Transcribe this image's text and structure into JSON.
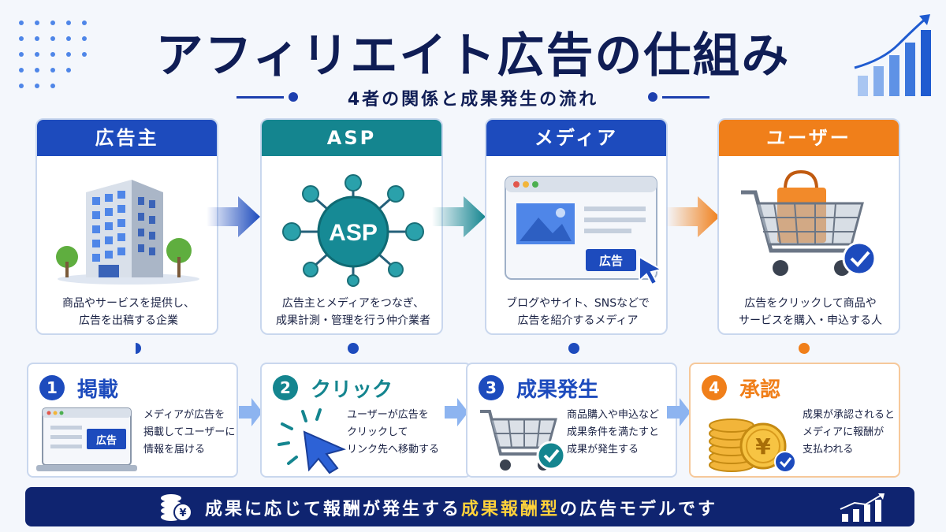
{
  "title": "アフィリエイト広告の仕組み",
  "subtitle": "4者の関係と成果発生の流れ",
  "roles": [
    {
      "name": "広告主",
      "desc": [
        "商品やサービスを提供し、",
        "広告を出稿する企業"
      ],
      "color": "#1d4bbd"
    },
    {
      "name": "ASP",
      "desc": [
        "広告主とメディアをつなぎ、",
        "成果計測・管理を行う仲介業者"
      ],
      "color": "#14858f",
      "hub_label": "ASP"
    },
    {
      "name": "メディア",
      "desc": [
        "ブログやサイト、SNSなどで",
        "広告を紹介するメディア"
      ],
      "color": "#1d4bbd",
      "ad_label": "広告"
    },
    {
      "name": "ユーザー",
      "desc": [
        "広告をクリックして商品や",
        "サービスを購入・申込する人"
      ],
      "color": "#f07f1a"
    }
  ],
  "steps": [
    {
      "num": "1",
      "title": "掲載",
      "desc": [
        "メディアが広告を",
        "掲載してユーザーに",
        "情報を届ける"
      ],
      "color": "#1d4bbd",
      "ad_label": "広告"
    },
    {
      "num": "2",
      "title": "クリック",
      "desc": [
        "ユーザーが広告を",
        "クリックして",
        "リンク先へ移動する"
      ],
      "color": "#14858f"
    },
    {
      "num": "3",
      "title": "成果発生",
      "desc": [
        "商品購入や申込など",
        "成果条件を満たすと",
        "成果が発生する"
      ],
      "color": "#1d4bbd"
    },
    {
      "num": "4",
      "title": "承認",
      "desc": [
        "成果が承認されると",
        "メディアに報酬が",
        "支払われる"
      ],
      "color": "#f07f1a",
      "coin_symbol": "¥"
    }
  ],
  "banner": {
    "before": "成果に応じて報酬が発生する",
    "highlight": "成果報酬型",
    "after": "の広告モデルです",
    "coin_symbol": "¥"
  }
}
